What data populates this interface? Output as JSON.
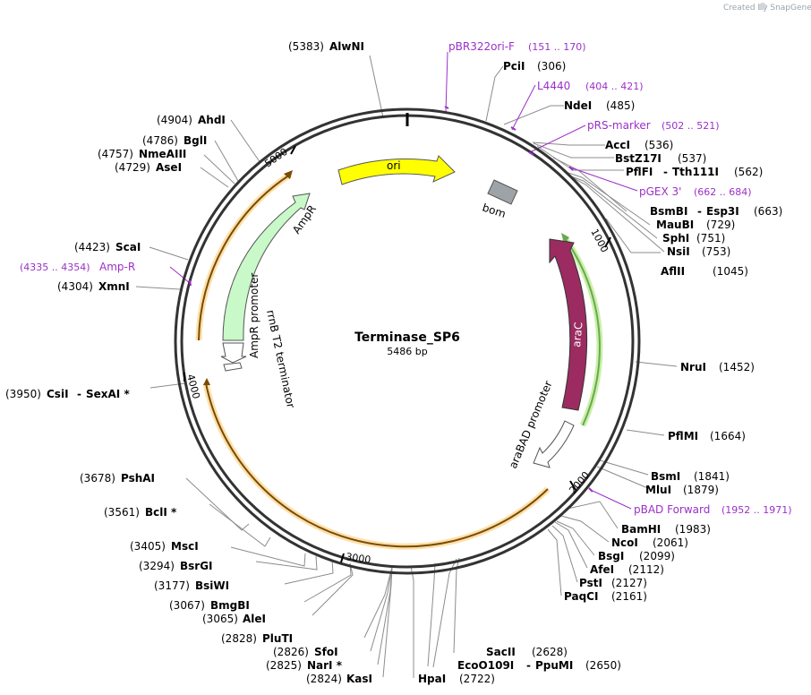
{
  "credit": "Created by SnapGene",
  "plasmid": {
    "name": "Terminase_SP6",
    "size_label": "5486 bp",
    "length": 5486
  },
  "ticks": [
    "1000",
    "2000",
    "3000",
    "4000",
    "5000"
  ],
  "colors": {
    "ori": "#ffff00",
    "bom": "#9ea3a8",
    "araC": "#9b2b60",
    "araC_arrow": "#6aa84f",
    "ampR": "#c9f8c9",
    "ampR_arrow": "#d99a2b",
    "primer": "#9b30c9"
  },
  "features": [
    {
      "id": "ori",
      "label": "ori"
    },
    {
      "id": "bom",
      "label": "bom"
    },
    {
      "id": "araC",
      "label": "araC"
    },
    {
      "id": "araBAD",
      "label": "araBAD promoter"
    },
    {
      "id": "AmpR",
      "label": "AmpR"
    },
    {
      "id": "AmpRprom",
      "label": "AmpR promoter"
    },
    {
      "id": "rrnB",
      "label": "rrnB T2 terminator"
    }
  ],
  "sites": [
    {
      "name": "AlwNI",
      "pos": "(5383)"
    },
    {
      "name": "PciI",
      "pos": "(306)"
    },
    {
      "name": "NdeI",
      "pos": "(485)"
    },
    {
      "name": "AccI",
      "pos": "(536)"
    },
    {
      "name": "BstZ17I",
      "pos": "(537)"
    },
    {
      "name": "PflFI",
      "name2": "Tth111I",
      "pos": "(562)"
    },
    {
      "name": "BsmBI",
      "name2": "Esp3I",
      "pos": "(663)"
    },
    {
      "name": "MauBI",
      "pos": "(729)"
    },
    {
      "name": "SphI",
      "pos": "(751)"
    },
    {
      "name": "NsiI",
      "pos": "(753)"
    },
    {
      "name": "AflII",
      "pos": "(1045)"
    },
    {
      "name": "NruI",
      "pos": "(1452)"
    },
    {
      "name": "PflMI",
      "pos": "(1664)"
    },
    {
      "name": "BsmI",
      "pos": "(1841)"
    },
    {
      "name": "MluI",
      "pos": "(1879)"
    },
    {
      "name": "BamHI",
      "pos": "(1983)"
    },
    {
      "name": "NcoI",
      "pos": "(2061)"
    },
    {
      "name": "BsgI",
      "pos": "(2099)"
    },
    {
      "name": "AfeI",
      "pos": "(2112)"
    },
    {
      "name": "PstI",
      "pos": "(2127)"
    },
    {
      "name": "PaqCI",
      "pos": "(2161)"
    },
    {
      "name": "SacII",
      "pos": "(2628)"
    },
    {
      "name": "EcoO109I",
      "name2": "PpuMI",
      "pos": "(2650)"
    },
    {
      "name": "HpaI",
      "pos": "(2722)"
    },
    {
      "name": "KasI",
      "pos": "(2824)"
    },
    {
      "name": "NarI *",
      "pos": "(2825)"
    },
    {
      "name": "SfoI",
      "pos": "(2826)"
    },
    {
      "name": "PluTI",
      "pos": "(2828)"
    },
    {
      "name": "AleI",
      "pos": "(3065)"
    },
    {
      "name": "BmgBI",
      "pos": "(3067)"
    },
    {
      "name": "BsiWI",
      "pos": "(3177)"
    },
    {
      "name": "BsrGI",
      "pos": "(3294)"
    },
    {
      "name": "MscI",
      "pos": "(3405)"
    },
    {
      "name": "BclI *",
      "pos": "(3561)"
    },
    {
      "name": "PshAI",
      "pos": "(3678)"
    },
    {
      "name": "CsiI",
      "name2": "SexAI *",
      "pos": "(3950)"
    },
    {
      "name": "XmnI",
      "pos": "(4304)"
    },
    {
      "name": "ScaI",
      "pos": "(4423)"
    },
    {
      "name": "AseI",
      "pos": "(4729)"
    },
    {
      "name": "NmeAIII",
      "pos": "(4757)"
    },
    {
      "name": "BglI",
      "pos": "(4786)"
    },
    {
      "name": "AhdI",
      "pos": "(4904)"
    }
  ],
  "primers": [
    {
      "name": "pBR322ori-F",
      "pos": "(151 .. 170)"
    },
    {
      "name": "L4440",
      "pos": "(404 .. 421)"
    },
    {
      "name": "pRS-marker",
      "pos": "(502 .. 521)"
    },
    {
      "name": "pGEX 3'",
      "pos": "(662 .. 684)"
    },
    {
      "name": "pBAD Forward",
      "pos": "(1952 .. 1971)"
    },
    {
      "name": "Amp-R",
      "pos": "(4335 .. 4354)"
    }
  ]
}
